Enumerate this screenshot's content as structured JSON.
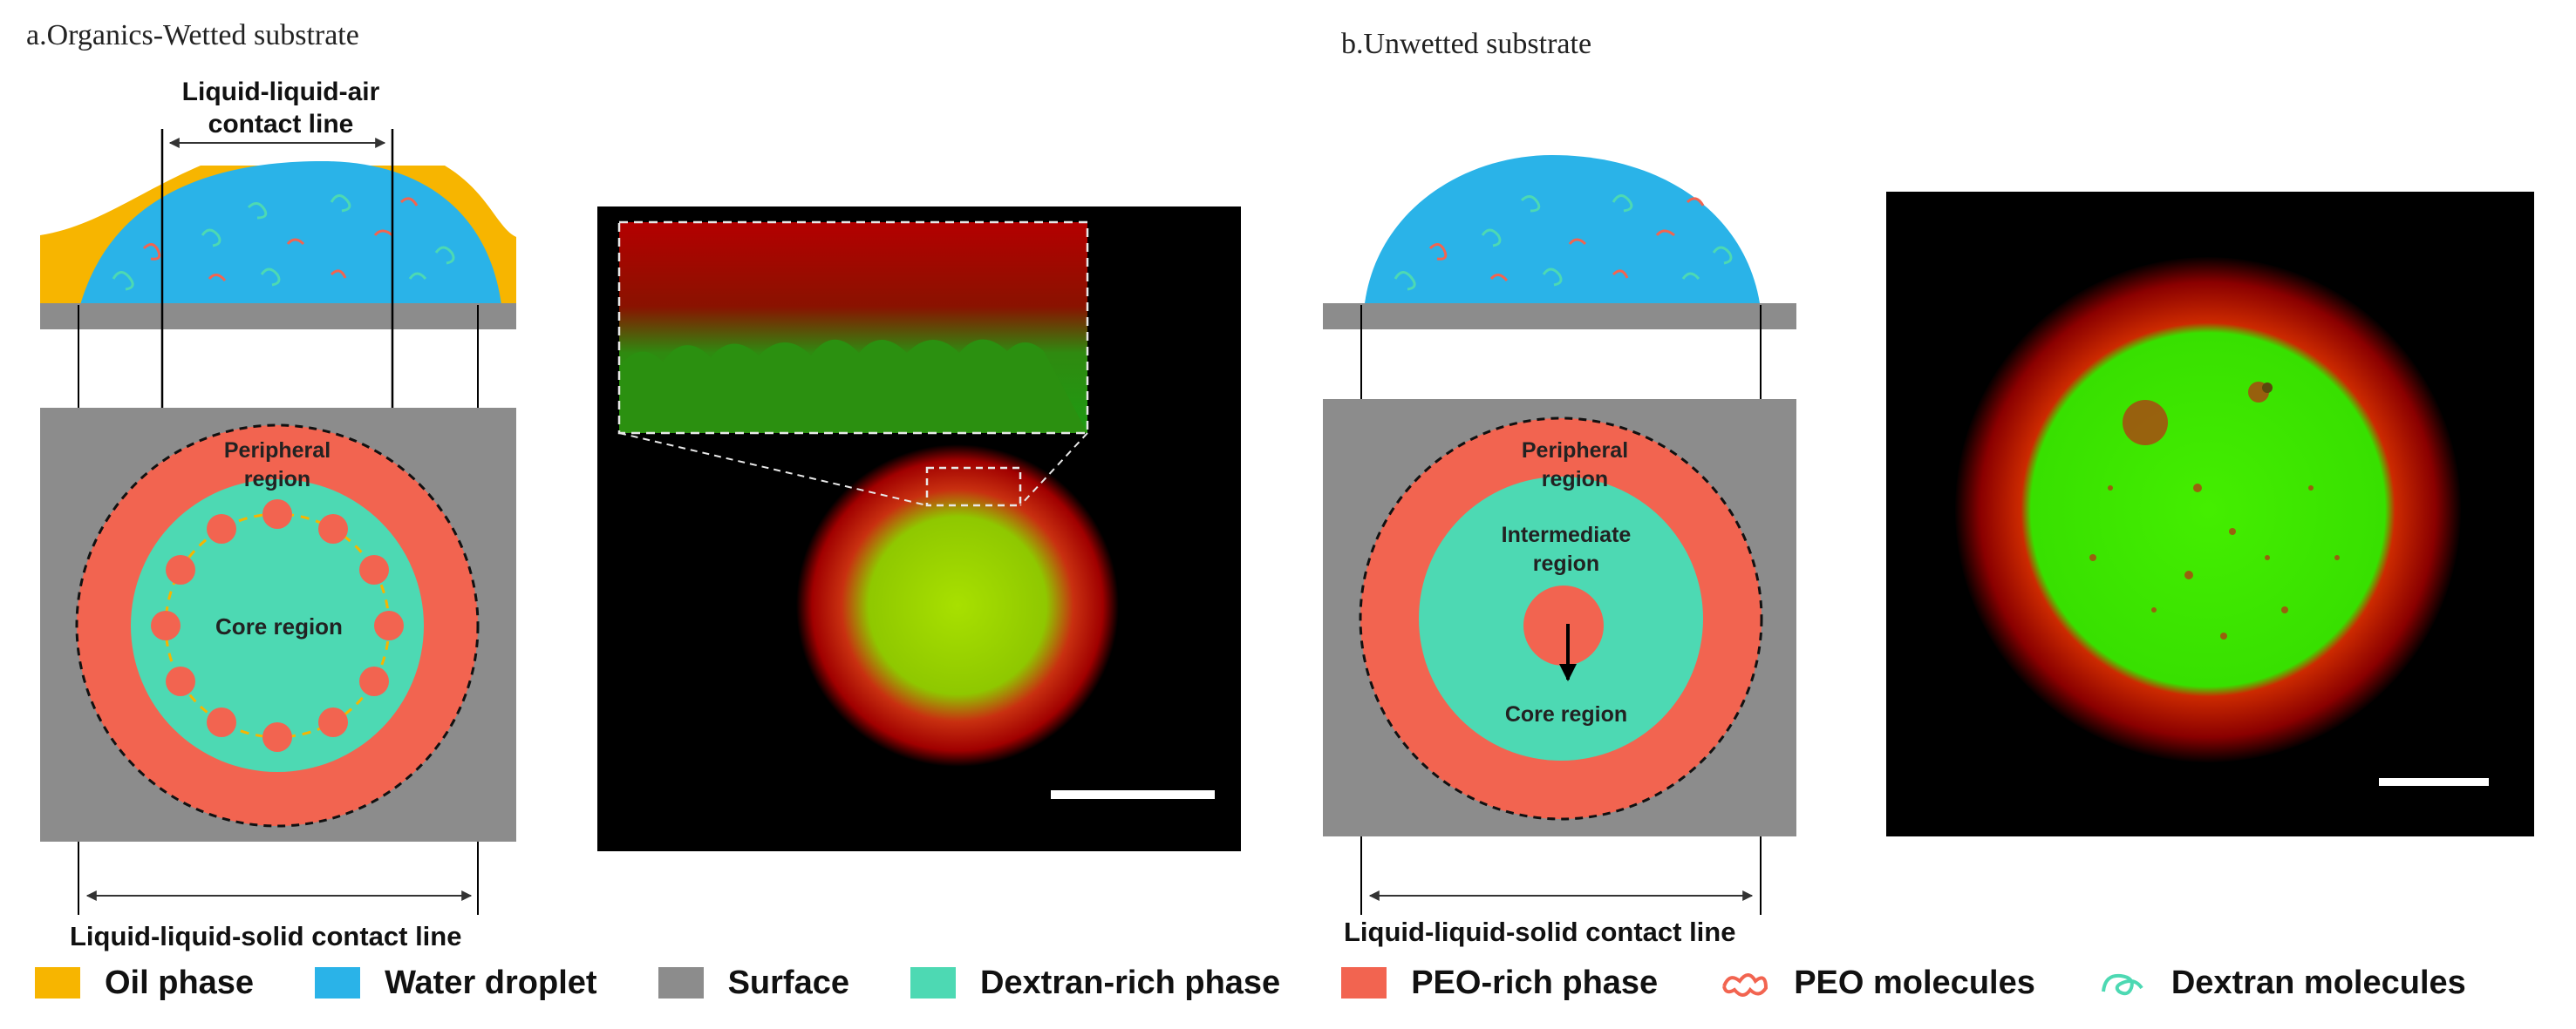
{
  "panels": {
    "a": {
      "label": "a.Organics-Wetted substrate",
      "top_label_1": "Liquid-liquid-air",
      "top_label_2": "contact line",
      "peripheral_1": "Peripheral",
      "peripheral_2": "region",
      "core": "Core region",
      "bottom_label": "Liquid-liquid-solid contact line"
    },
    "b": {
      "label": "b.Unwetted substrate",
      "peripheral_1": "Peripheral",
      "peripheral_2": "region",
      "intermediate_1": "Intermediate",
      "intermediate_2": "region",
      "core": "Core region",
      "bottom_label": "Liquid-liquid-solid contact line"
    }
  },
  "legend": [
    {
      "label": "Oil phase",
      "color": "#f7b500",
      "icon": "square"
    },
    {
      "label": "Water droplet",
      "color": "#2ab3e8",
      "icon": "square"
    },
    {
      "label": "Surface",
      "color": "#8c8c8c",
      "icon": "square"
    },
    {
      "label": "Dextran-rich phase",
      "color": "#4dd9b3",
      "icon": "square"
    },
    {
      "label": "PEO-rich phase",
      "color": "#f26450",
      "icon": "square"
    },
    {
      "label": "PEO molecules",
      "color": "#f26450",
      "icon": "molecule-icon"
    },
    {
      "label": "Dextran molecules",
      "color": "#4dd9b3",
      "icon": "molecule-icon"
    }
  ],
  "colors": {
    "oil": "#f7b500",
    "water": "#2ab3e8",
    "surface": "#8c8c8c",
    "dextran": "#4dd9b3",
    "peo": "#f26450"
  }
}
